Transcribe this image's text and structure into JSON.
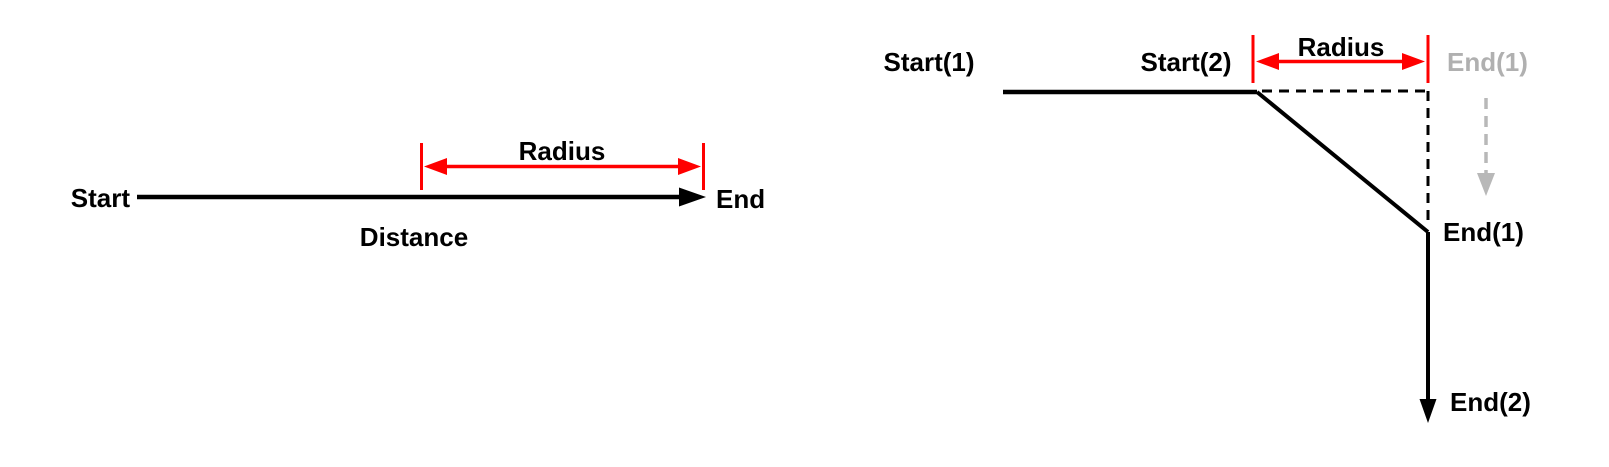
{
  "figure_type": "path-radius-diagram",
  "colors": {
    "path": "#000000",
    "text": "#000000",
    "dimension": "#ff0000",
    "ghost": "#b0b0b0",
    "ghost_arrow": "#b8b8b8",
    "background": "#ffffff"
  },
  "left_diagram": {
    "start_label": "Start",
    "end_label": "End",
    "radius_label": "Radius",
    "distance_label": "Distance"
  },
  "right_diagram": {
    "start1_label": "Start(1)",
    "start2_label": "Start(2)",
    "radius_label": "Radius",
    "end1_ghost_label": "End(1)",
    "end1_label": "End(1)",
    "end2_label": "End(2)"
  }
}
